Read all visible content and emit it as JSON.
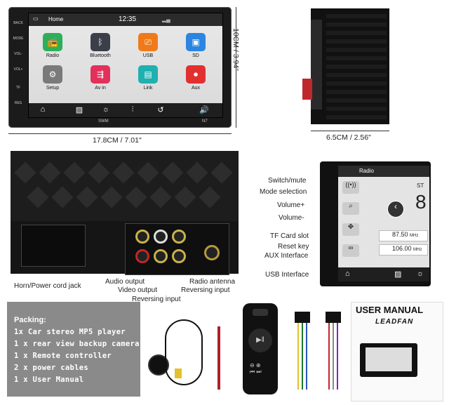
{
  "front": {
    "buttons": [
      "BACK",
      "MODE",
      "VOL-",
      "VOL+",
      "TF",
      "RES"
    ],
    "status": {
      "home": "Home",
      "time": "12:35"
    },
    "apps": [
      {
        "name": "Radio",
        "color": "#2fae5a",
        "icon": "radio-icon",
        "glyph": "📻"
      },
      {
        "name": "Bluetooth",
        "color": "#3a3f4a",
        "icon": "bluetooth-icon",
        "glyph": "ᛒ"
      },
      {
        "name": "USB",
        "color": "#f07a1a",
        "icon": "usb-icon",
        "glyph": "⎚"
      },
      {
        "name": "SD",
        "color": "#2a86e0",
        "icon": "sd-icon",
        "glyph": "▣"
      },
      {
        "name": "Setup",
        "color": "#7a7a7a",
        "icon": "gear-icon",
        "glyph": "⚙"
      },
      {
        "name": "Av in",
        "color": "#e2305a",
        "icon": "avin-icon",
        "glyph": "⇶"
      },
      {
        "name": "Link",
        "color": "#1fb0b0",
        "icon": "link-icon",
        "glyph": "▤"
      },
      {
        "name": "Aux",
        "color": "#e23030",
        "icon": "aux-icon",
        "glyph": "⏺"
      }
    ],
    "brand": "SWM",
    "model": "N7",
    "width_label": "17.8CM / 7.01\"",
    "height_label": "10CM / 3.94\""
  },
  "side": {
    "depth_label": "6.5CM / 2.56\""
  },
  "back_labels": {
    "horn": "Horn/Power cord jack",
    "audio": "Audio output",
    "video": "Video output",
    "reversing_input_1": "Reversing input",
    "radio_antenna": "Radio antenna",
    "reversing_input_2": "Reversing input"
  },
  "detail_labels": {
    "switch": "Switch/mute",
    "mode": "Mode selection",
    "volp": "Volume+",
    "volm": "Volume-",
    "tf": "TF Card slot",
    "reset": "Reset key",
    "aux": "AUX Interface",
    "usb": "USB Interface"
  },
  "detail_screen": {
    "title": "Radio",
    "st": "ST",
    "freq1": "87.50",
    "freq2": "106.00",
    "unit": "MHz",
    "big": "8"
  },
  "packing": {
    "title": "Packing:",
    "items": [
      "1x Car stereo MP5 player",
      "1 x rear view backup camera",
      "1 x Remote controller",
      "2 x power cables",
      "1 x User Manual"
    ]
  },
  "manual": {
    "title": "USER MANUAL",
    "brand": "LEADFAN"
  }
}
